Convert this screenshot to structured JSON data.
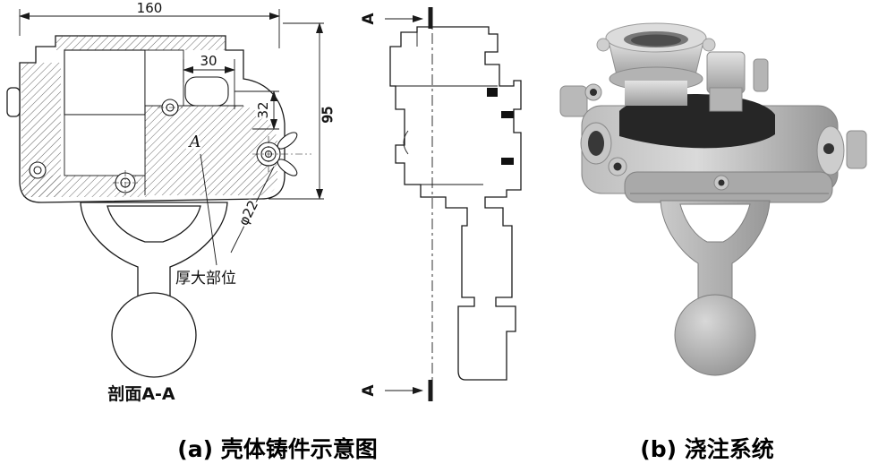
{
  "captions": {
    "a": "(a) 壳体铸件示意图",
    "b": "(b) 浇注系统"
  },
  "section_view": {
    "dim_width": "160",
    "dim_step": "30",
    "dim_small": "32",
    "dim_height": "95",
    "dim_diameter": "φ22",
    "zone_letter": "A",
    "thick_area_label": "厚大部位",
    "caption": "剖面A-A"
  },
  "side_view": {
    "section_letter_top": "A",
    "section_letter_bottom": "A"
  },
  "colors": {
    "line": "#1a1a1a",
    "metal_light": "#dcdcdc",
    "metal_mid": "#b0b0b0",
    "metal_dark": "#8a8a8a",
    "cavity": "#262626"
  }
}
